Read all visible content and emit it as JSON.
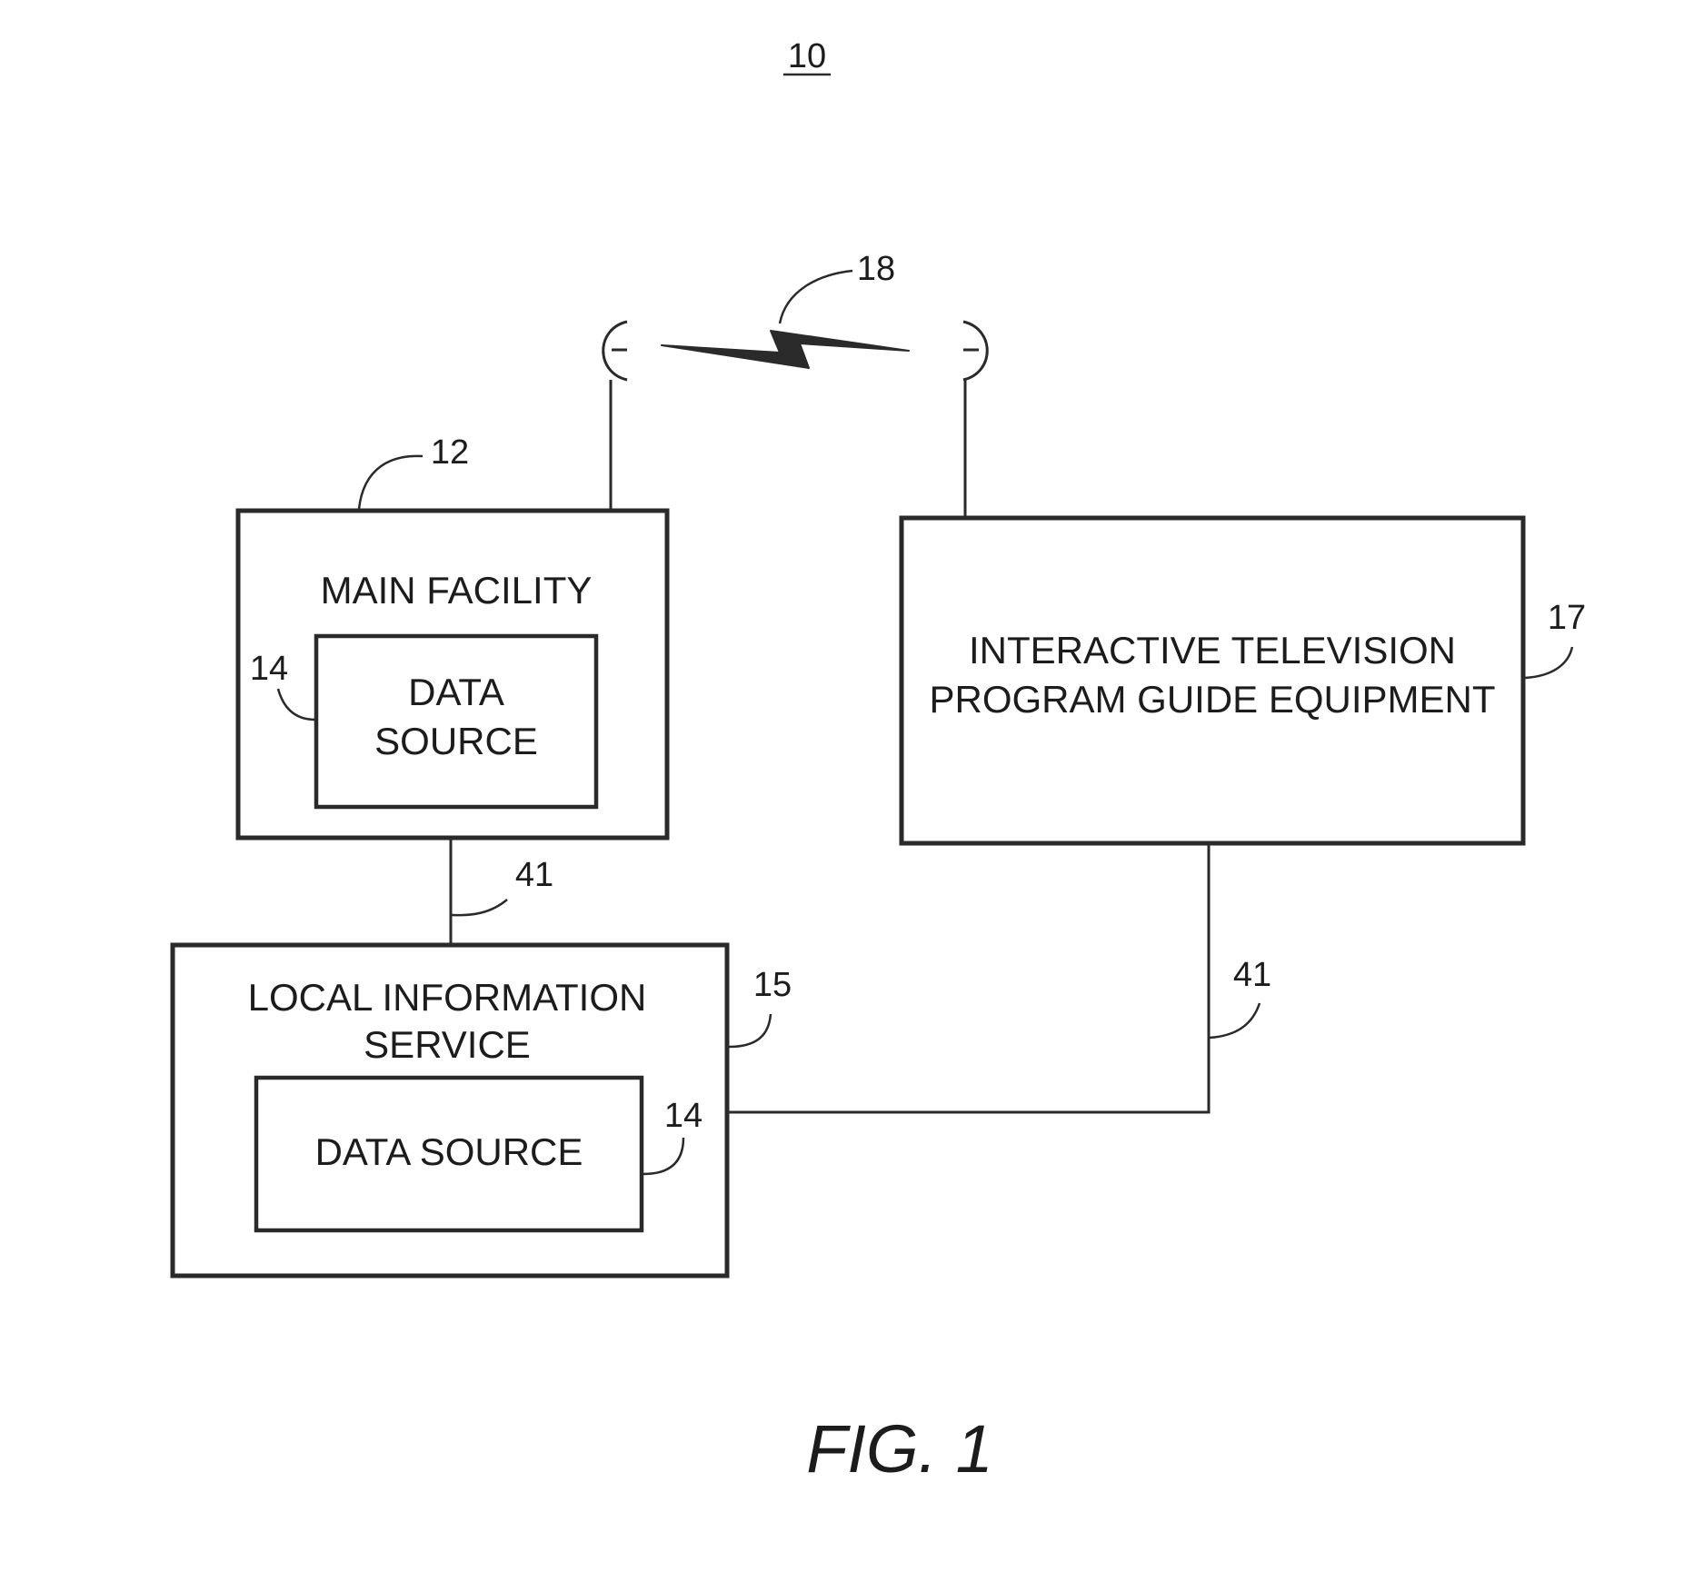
{
  "figure_number_label": "10",
  "figure_caption": "FIG. 1",
  "ref_labels": {
    "wireless_link": "18",
    "main_facility": "12",
    "data_source_main": "14",
    "link_main_to_local": "41",
    "local_info_service": "15",
    "data_source_local": "14",
    "itv_equipment": "17",
    "link_local_to_itv": "41"
  },
  "blocks": {
    "main_facility": {
      "title": "MAIN FACILITY"
    },
    "data_source_main": {
      "line1": "DATA",
      "line2": "SOURCE"
    },
    "local_info_service": {
      "line1": "LOCAL INFORMATION",
      "line2": "SERVICE"
    },
    "data_source_local": {
      "title": "DATA SOURCE"
    },
    "itv_equipment": {
      "line1": "INTERACTIVE TELEVISION",
      "line2": "PROGRAM GUIDE  EQUIPMENT"
    }
  },
  "colors": {
    "ink": "#2a2a2a",
    "text": "#1c1c1c",
    "background": "#ffffff"
  }
}
